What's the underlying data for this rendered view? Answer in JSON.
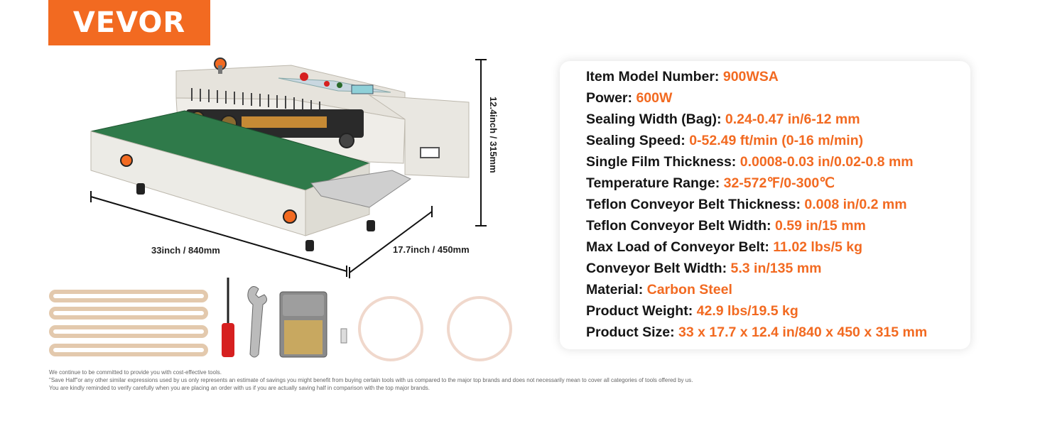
{
  "brand": {
    "logo_text": "VEVOR",
    "accent_color": "#f26a21"
  },
  "dimensions": {
    "length": "33inch / 840mm",
    "width": "17.7inch / 450mm",
    "height": "12.4inch / 315mm"
  },
  "specs": [
    {
      "label": "Item Model Number: ",
      "value": "900WSA"
    },
    {
      "label": "Power: ",
      "value": "600W"
    },
    {
      "label": "Sealing Width (Bag): ",
      "value": "0.24-0.47 in/6-12 mm"
    },
    {
      "label": "Sealing Speed: ",
      "value": "0-52.49 ft/min (0-16 m/min)"
    },
    {
      "label": "Single Film Thickness: ",
      "value": "0.0008-0.03 in/0.02-0.8 mm"
    },
    {
      "label": "Temperature Range: ",
      "value": "32-572℉/0-300℃"
    },
    {
      "label": "Teflon Conveyor Belt Thickness: ",
      "value": "0.008 in/0.2 mm"
    },
    {
      "label": "Teflon Conveyor Belt Width: ",
      "value": "0.59 in/15 mm"
    },
    {
      "label": "Max Load of Conveyor Belt: ",
      "value": "11.02 lbs/5 kg"
    },
    {
      "label": "Conveyor Belt Width: ",
      "value": "5.3 in/135 mm"
    },
    {
      "label": "Material: ",
      "value": "Carbon Steel"
    },
    {
      "label": "Product Weight: ",
      "value": "42.9 lbs/19.5 kg"
    },
    {
      "label": "Product Size: ",
      "value": "33 x 17.7 x 12.4 in/840 x 450 x 315 mm"
    }
  ],
  "disclaimer": {
    "line1": "We continue to be committed to provide you with cost-effective tools.",
    "line2": "\"Save Half\"or any other similar expressions used by us only represents an estimate of savings you might benefit from buying certain tools with us compared to the major top brands and does not necessarily mean to cover all categories of tools offered by us.",
    "line3": "You are kindly reminded to verify carefully when you are placing an order with us if you are actually saving half in comparison with the top major brands."
  }
}
